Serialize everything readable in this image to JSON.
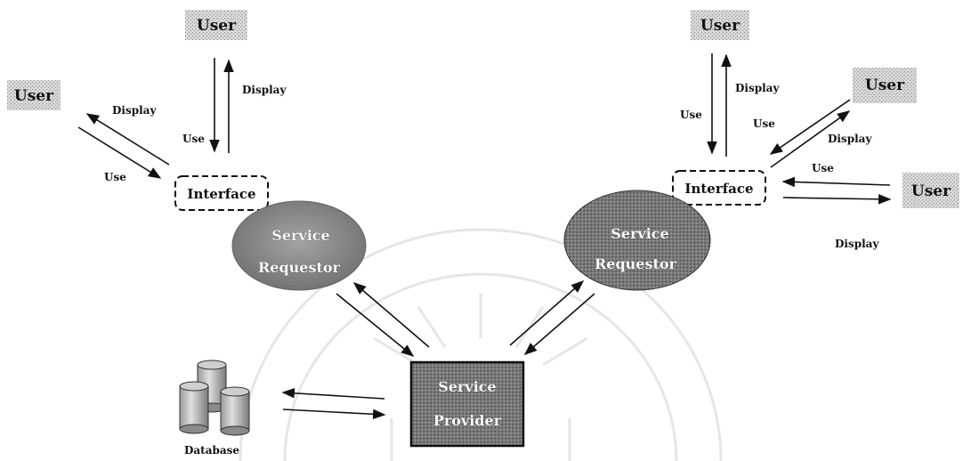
{
  "users": [
    "User",
    "User",
    "User",
    "User"
  ],
  "interfaces": [
    "Interface",
    "Interface"
  ],
  "requestors": [
    {
      "line1": "Service",
      "line2": "Requestor"
    },
    {
      "line1": "Service",
      "line2": "Requestor"
    }
  ],
  "provider": {
    "line1": "Service",
    "line2": "Provider"
  },
  "database": "Database",
  "edge_labels": {
    "display": "Display",
    "use": "Use"
  }
}
